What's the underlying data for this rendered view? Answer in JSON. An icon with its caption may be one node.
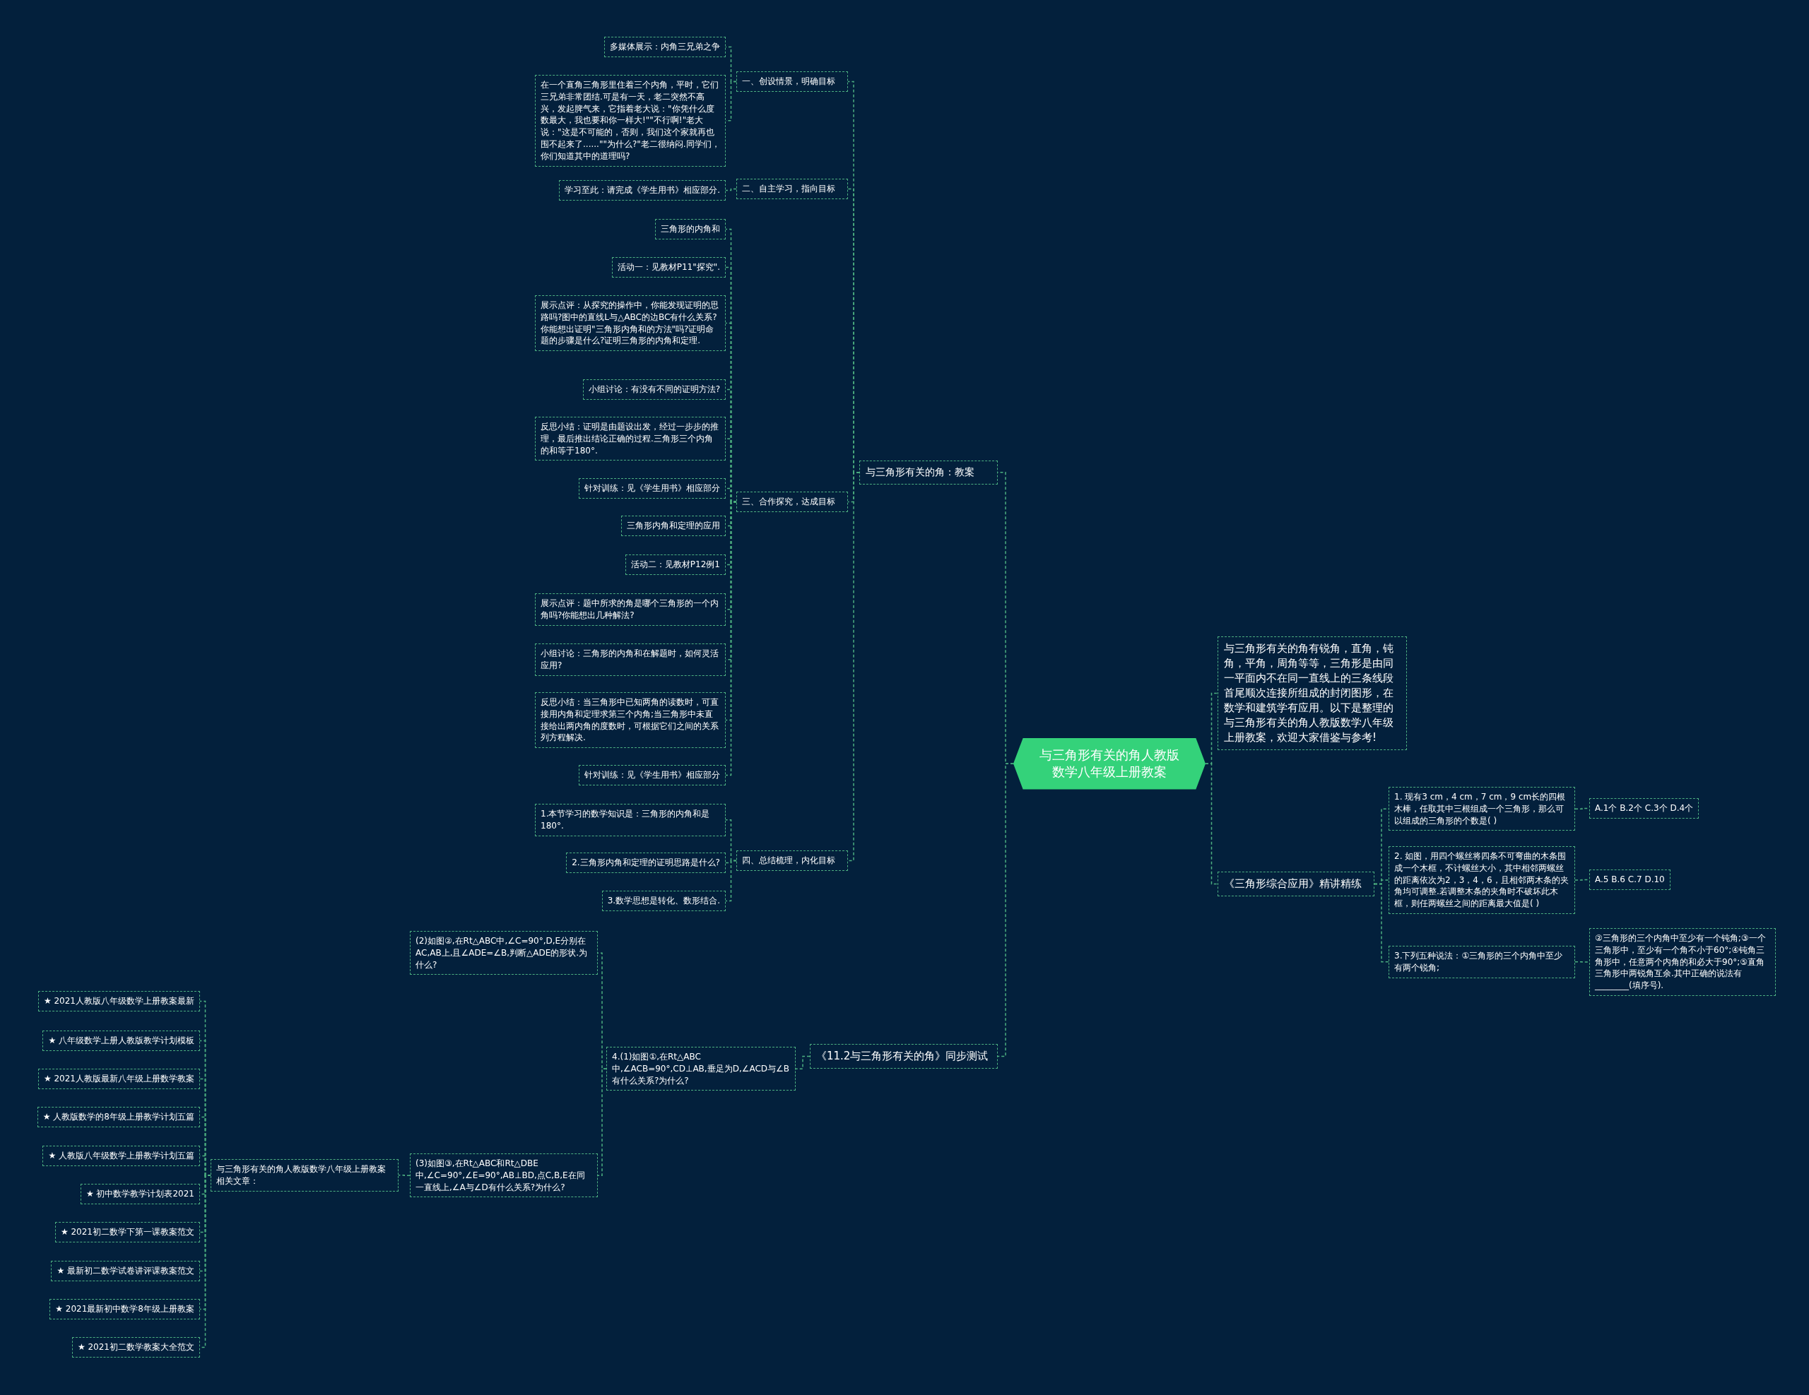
{
  "diagram": {
    "nodes": [
      {
        "text": [
          "与三角形有关的角人教版数学八年级上册教案"
        ]
      },
      {
        "text": [
          "与三角形有关的角：教案"
        ]
      },
      {
        "text": [
          "一、创设情景，明确目标"
        ]
      },
      {
        "text": [
          "多媒体展示：内角三兄弟之争"
        ]
      },
      {
        "text": [
          "在一个直角三角形里住着三个内角，平时，它们三兄弟非常团结.可是有一天，老二突然不高兴，发起脾气来，它指着老大说：\"你凭什么度数最大，我也要和你一样大!\"\"不行啊!\"老大说：\"这是不可能的，否则，我们这个家就再也围不起来了......\"\"为什么?\"老二很纳闷.同学们，你们知道其中的道理吗?"
        ]
      },
      {
        "text": [
          "二、自主学习，指向目标"
        ]
      },
      {
        "text": [
          "学习至此：请完成《学生用书》相应部分."
        ]
      },
      {
        "text": [
          "三、合作探究，达成目标"
        ]
      },
      {
        "text": [
          "三角形的内角和"
        ]
      },
      {
        "text": [
          "活动一：见教材P11\"探究\"."
        ]
      },
      {
        "text": [
          "展示点评：从探究的操作中，你能发现证明的思路吗?图中的直线L与△ABC的边BC有什么关系?你能想出证明\"三角形内角和的方法\"吗?证明命题的步骤是什么?证明三角形的内角和定理."
        ]
      },
      {
        "text": [
          "小组讨论：有没有不同的证明方法?"
        ]
      },
      {
        "text": [
          "反思小结：证明是由题设出发，经过一步步的推理，最后推出结论正确的过程.三角形三个内角的和等于180°."
        ]
      },
      {
        "text": [
          "针对训练：见《学生用书》相应部分"
        ]
      },
      {
        "text": [
          "三角形内角和定理的应用"
        ]
      },
      {
        "text": [
          "活动二：见教材P12例1"
        ]
      },
      {
        "text": [
          "展示点评：题中所求的角是哪个三角形的一个内角吗?你能想出几种解法?"
        ]
      },
      {
        "text": [
          "小组讨论：三角形的内角和在解题时，如何灵活应用?"
        ]
      },
      {
        "text": [
          "反思小结：当三角形中已知两角的读数时，可直接用内角和定理求第三个内角;当三角形中未直接给出两内角的度数时，可根据它们之间的关系列方程解决."
        ]
      },
      {
        "text": [
          "针对训练：见《学生用书》相应部分"
        ]
      },
      {
        "text": [
          "四、总结梳理，内化目标"
        ]
      },
      {
        "text": [
          "1.本节学习的数学知识是：三角形的内角和是180°."
        ]
      },
      {
        "text": [
          "2.三角形内角和定理的证明思路是什么?"
        ]
      },
      {
        "text": [
          "3.数学思想是转化、数形结合."
        ]
      },
      {
        "text": [
          "《11.2与三角形有关的角》同步测试"
        ]
      },
      {
        "text": [
          "4.(1)如图①,在Rt△ABC中,∠ACB=90°,CD⊥AB,垂足为D,∠ACD与∠B有什么关系?为什么?"
        ]
      },
      {
        "text": [
          "(2)如图②,在Rt△ABC中,∠C=90°,D,E分别在AC,AB上,且∠ADE=∠B,判断△ADE的形状.为什么?"
        ]
      },
      {
        "text": [
          "(3)如图③,在Rt△ABC和Rt△DBE中,∠C=90°,∠E=90°,AB⊥BD,点C,B,E在同一直线上,∠A与∠D有什么关系?为什么?"
        ]
      },
      {
        "text": [
          "与三角形有关的角人教版数学八年级上册教案相关文章："
        ]
      },
      {
        "text": [
          "★ 2021人教版八年级数学上册教案最新"
        ]
      },
      {
        "text": [
          "★ 八年级数学上册人教版教学计划模板"
        ]
      },
      {
        "text": [
          "★ 2021人教版最新八年级上册数学教案"
        ]
      },
      {
        "text": [
          "★ 人教版数学的8年级上册教学计划五篇"
        ]
      },
      {
        "text": [
          "★ 人教版八年级数学上册教学计划五篇"
        ]
      },
      {
        "text": [
          "★ 初中数学教学计划表2021"
        ]
      },
      {
        "text": [
          "★ 2021初二数学下第一课教案范文"
        ]
      },
      {
        "text": [
          "★ 最新初二数学试卷讲评课教案范文"
        ]
      },
      {
        "text": [
          "★ 2021最新初中数学8年级上册教案"
        ]
      },
      {
        "text": [
          "★ 2021初二数学教案大全范文"
        ]
      },
      {
        "text": [
          "与三角形有关的角有锐角，直角，钝角，平角，周角等等，三角形是由同一平面内不在同一直线上的三条线段首尾顺次连接所组成的封闭图形，在数学和建筑学有应用。以下是整理的与三角形有关的角人教版数学八年级上册教案，欢迎大家借鉴与参考!"
        ]
      },
      {
        "text": [
          "《三角形综合应用》精讲精练"
        ]
      },
      {
        "text": [
          "1. 现有3 cm，4 cm，7 cm，9 cm长的四根木棒，任取其中三根组成一个三角形，那么可以组成的三角形的个数是( )"
        ]
      },
      {
        "text": [
          "A.1个 B.2个 C.3个 D.4个"
        ]
      },
      {
        "text": [
          "2. 如图，用四个螺丝将四条不可弯曲的木条围成一个木框，不计螺丝大小，其中相邻两螺丝的距离依次为2，3，4，6，且相邻两木条的夹角均可调整.若调整木条的夹角时不破坏此木框，则任两螺丝之间的距离最大值是( )"
        ]
      },
      {
        "text": [
          "A.5 B.6 C.7 D.10"
        ]
      },
      {
        "text": [
          "3.下列五种说法：①三角形的三个内角中至少有两个锐角;"
        ]
      },
      {
        "text": [
          "②三角形的三个内角中至少有一个钝角;③一个三角形中，至少有一个角不小于60°;④钝角三角形中，任意两个内角的和必大于90°;⑤直角三角形中两锐角互余.其中正确的说法有________(填序号)."
        ]
      }
    ],
    "edges": [
      {
        "from": 0,
        "to": 1,
        "arrow": "none"
      },
      {
        "from": 1,
        "to": 2,
        "arrow": "none"
      },
      {
        "from": 2,
        "to": 3,
        "arrow": "none"
      },
      {
        "from": 2,
        "to": 4,
        "arrow": "none"
      },
      {
        "from": 1,
        "to": 5,
        "arrow": "none"
      },
      {
        "from": 5,
        "to": 6,
        "arrow": "none"
      },
      {
        "from": 1,
        "to": 7,
        "arrow": "none"
      },
      {
        "from": 7,
        "to": 8,
        "arrow": "none"
      },
      {
        "from": 7,
        "to": 9,
        "arrow": "none"
      },
      {
        "from": 7,
        "to": 10,
        "arrow": "none"
      },
      {
        "from": 7,
        "to": 11,
        "arrow": "none"
      },
      {
        "from": 7,
        "to": 12,
        "arrow": "none"
      },
      {
        "from": 7,
        "to": 13,
        "arrow": "none"
      },
      {
        "from": 7,
        "to": 14,
        "arrow": "none"
      },
      {
        "from": 7,
        "to": 15,
        "arrow": "none"
      },
      {
        "from": 7,
        "to": 16,
        "arrow": "none"
      },
      {
        "from": 7,
        "to": 17,
        "arrow": "none"
      },
      {
        "from": 7,
        "to": 18,
        "arrow": "none"
      },
      {
        "from": 7,
        "to": 19,
        "arrow": "none"
      },
      {
        "from": 1,
        "to": 20,
        "arrow": "none"
      },
      {
        "from": 20,
        "to": 21,
        "arrow": "none"
      },
      {
        "from": 20,
        "to": 22,
        "arrow": "none"
      },
      {
        "from": 20,
        "to": 23,
        "arrow": "none"
      },
      {
        "from": 0,
        "to": 24,
        "arrow": "none"
      },
      {
        "from": 24,
        "to": 25,
        "arrow": "none"
      },
      {
        "from": 25,
        "to": 26,
        "arrow": "none"
      },
      {
        "from": 25,
        "to": 27,
        "arrow": "none"
      },
      {
        "from": 27,
        "to": 28,
        "arrow": "none"
      },
      {
        "from": 28,
        "to": 29,
        "arrow": "none"
      },
      {
        "from": 28,
        "to": 30,
        "arrow": "none"
      },
      {
        "from": 28,
        "to": 31,
        "arrow": "none"
      },
      {
        "from": 28,
        "to": 32,
        "arrow": "none"
      },
      {
        "from": 28,
        "to": 33,
        "arrow": "none"
      },
      {
        "from": 28,
        "to": 34,
        "arrow": "none"
      },
      {
        "from": 28,
        "to": 35,
        "arrow": "none"
      },
      {
        "from": 28,
        "to": 36,
        "arrow": "none"
      },
      {
        "from": 28,
        "to": 37,
        "arrow": "none"
      },
      {
        "from": 28,
        "to": 38,
        "arrow": "none"
      },
      {
        "from": 0,
        "to": 39,
        "arrow": "none"
      },
      {
        "from": 0,
        "to": 40,
        "arrow": "none"
      },
      {
        "from": 40,
        "to": 41,
        "arrow": "none"
      },
      {
        "from": 41,
        "to": 42,
        "arrow": "none"
      },
      {
        "from": 40,
        "to": 43,
        "arrow": "none"
      },
      {
        "from": 43,
        "to": 44,
        "arrow": "none"
      },
      {
        "from": 40,
        "to": 45,
        "arrow": "none"
      },
      {
        "from": 45,
        "to": 46,
        "arrow": "none"
      }
    ]
  }
}
